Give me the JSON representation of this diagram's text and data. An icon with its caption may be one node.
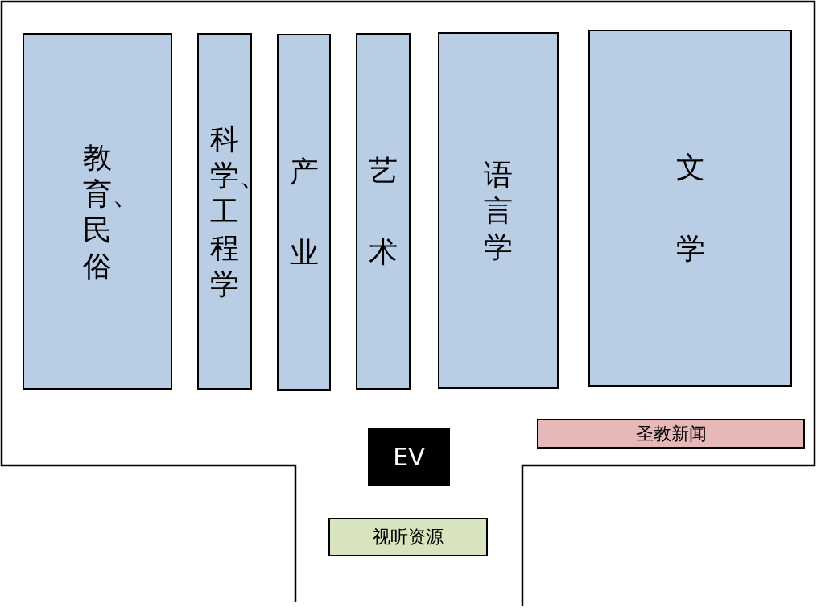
{
  "diagram": {
    "nodes": [
      {
        "text": [
          "教育、民俗"
        ]
      },
      {
        "text": [
          "科学、工程学"
        ]
      },
      {
        "text": [
          "产业"
        ]
      },
      {
        "text": [
          "艺术"
        ]
      },
      {
        "text": [
          "语言学"
        ]
      },
      {
        "text": [
          "文学"
        ]
      },
      {
        "text": [
          "圣教新闻"
        ]
      },
      {
        "text": [
          "EV"
        ]
      },
      {
        "text": [
          "视听资源"
        ]
      }
    ]
  }
}
